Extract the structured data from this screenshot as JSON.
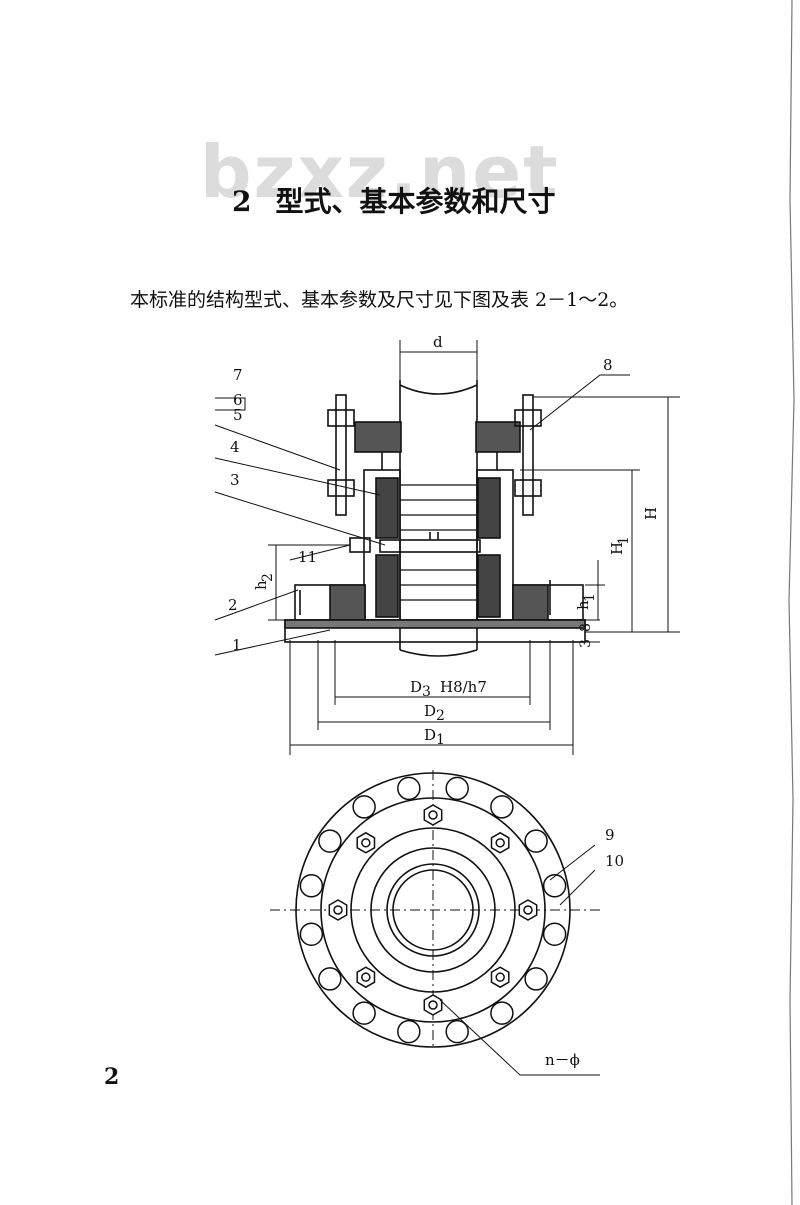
{
  "watermark": "bzxz.net",
  "section": {
    "number": "2",
    "title": "型式、基本参数和尺寸"
  },
  "intro_text": "本标准的结构型式、基本参数及尺寸见下图及表 2－1～2。",
  "page_number": "2",
  "drawing": {
    "callouts": [
      "1",
      "2",
      "3",
      "4",
      "5",
      "6",
      "7",
      "8",
      "9",
      "10",
      "11"
    ],
    "dim_d": "d",
    "dim_H": "H",
    "dim_H1": "H",
    "dim_H1_sub": "1",
    "dim_h1": "h",
    "dim_h1_sub": "1",
    "dim_h2": "h",
    "dim_h2_sub": "2",
    "dim_D3": "D",
    "dim_D3_sub": "3",
    "dim_fit": "H8/h7",
    "dim_D2": "D",
    "dim_D2_sub": "2",
    "dim_D1": "D",
    "dim_D1_sub": "1",
    "dim_3": "3",
    "dim_8": "8",
    "dim_n_phi": "n－ϕ"
  }
}
